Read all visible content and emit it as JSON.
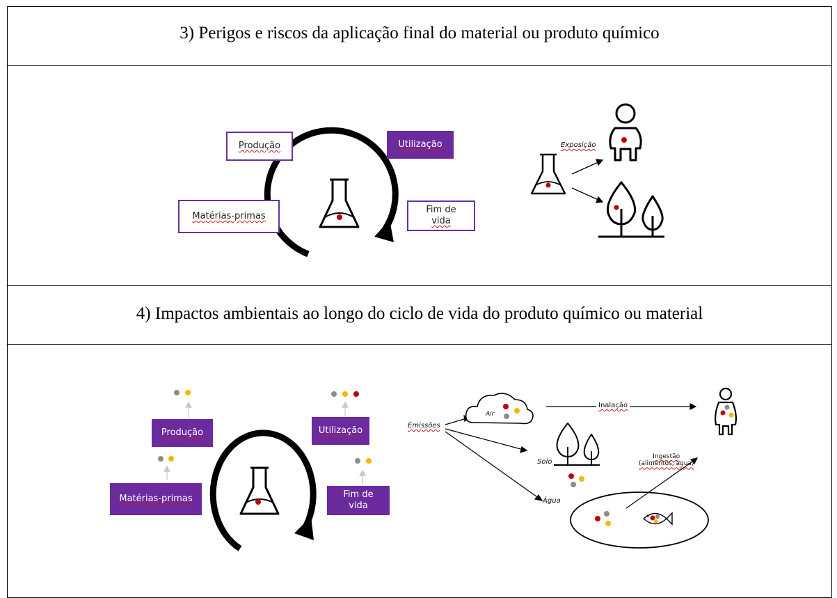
{
  "section3": {
    "title": "3) Perigos e riscos da aplicação final do material ou produto químico",
    "producao": "Produção",
    "utilizacao": "Utilização",
    "materias": "Matérias-primas",
    "fim_line1": "Fim de",
    "fim_line2": "vida",
    "exposicao": "Exposição"
  },
  "section4": {
    "title": "4) Impactos ambientais ao longo do ciclo de vida do produto químico ou material",
    "producao": "Produção",
    "utilizacao": "Utilização",
    "materias": "Matérias-primas",
    "fim_line1": "Fim de",
    "fim_line2": "vida",
    "emissoes": "Emissões",
    "air": "Air",
    "inalacao": "Inalação",
    "solo": "Solo",
    "agua": "Água",
    "ingestao_line1": "Ingestão",
    "ingestao_line2": "(alimentos, água)"
  },
  "colors": {
    "purple": "#6b2a9e",
    "red": "#c00000",
    "yellow": "#f5b800",
    "grey": "#8c8c8c"
  }
}
